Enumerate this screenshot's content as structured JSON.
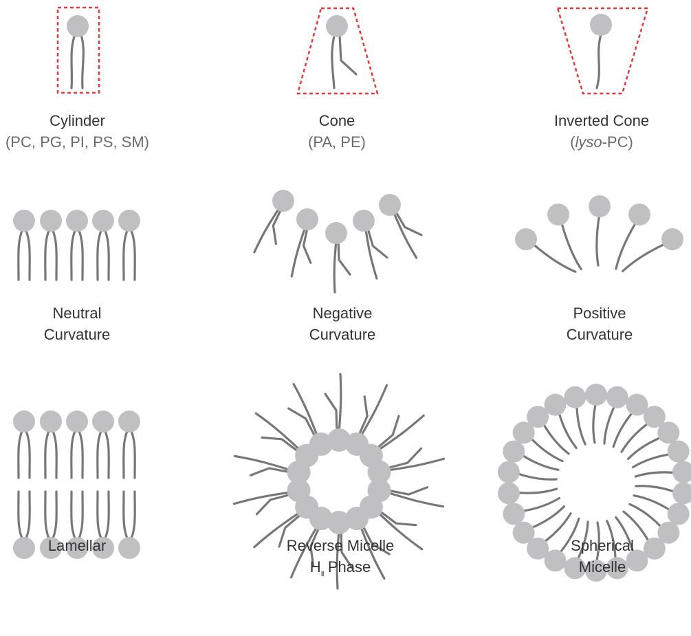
{
  "colors": {
    "head": "#c0c0c2",
    "tail": "#777777",
    "outline": "#e23a3a",
    "text": "#333333",
    "subtext": "#6a6a6a"
  },
  "shapes": {
    "cylinder": {
      "name": "Cylinder",
      "lipids": "(PC, PG, PI, PS, SM)"
    },
    "cone": {
      "name": "Cone",
      "lipids": "(PA, PE)"
    },
    "inverted_cone": {
      "name": "Inverted Cone",
      "lipids_italic": "lyso",
      "lipids_suffix": "-PC)",
      "lipids_prefix": "("
    }
  },
  "curvature": {
    "neutral": {
      "line1": "Neutral",
      "line2": "Curvature"
    },
    "negative": {
      "line1": "Negative",
      "line2": "Curvature"
    },
    "positive": {
      "line1": "Positive",
      "line2": "Curvature"
    }
  },
  "phases": {
    "lamellar": {
      "label": "Lamellar"
    },
    "reverse_micelle": {
      "line1": "Reverse Micelle",
      "hexagonal_main": "H",
      "hexagonal_sub": "II",
      "hexagonal_suffix": " Phase"
    },
    "spherical_micelle": {
      "line1": "Spherical",
      "line2": "Micelle"
    }
  }
}
